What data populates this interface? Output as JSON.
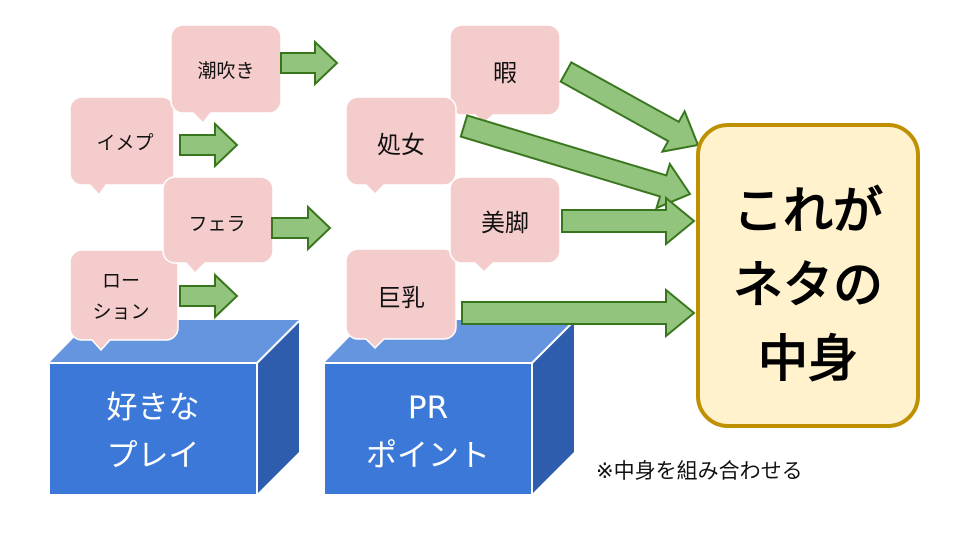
{
  "colors": {
    "bubble_fill": "#f4cccc",
    "arrow_fill": "#93c47d",
    "arrow_stroke": "#38761d",
    "box_front": "#3c78d8",
    "box_top": "#6495de",
    "box_side": "#2f5dad",
    "result_fill": "#fff2cc",
    "result_stroke": "#bf9000"
  },
  "boxes": [
    {
      "id": "favorite-play",
      "lines": [
        "好きな",
        "プレイ"
      ]
    },
    {
      "id": "pr-point",
      "lines": [
        "PR",
        "ポイント"
      ]
    }
  ],
  "play_bubbles": [
    {
      "label": [
        "潮吹き"
      ]
    },
    {
      "label": [
        "イメプ"
      ]
    },
    {
      "label": [
        "フェラ"
      ]
    },
    {
      "label": [
        "ロー",
        "ション"
      ]
    }
  ],
  "pr_bubbles": [
    {
      "label": [
        "暇"
      ]
    },
    {
      "label": [
        "処女"
      ]
    },
    {
      "label": [
        "美脚"
      ]
    },
    {
      "label": [
        "巨乳"
      ]
    }
  ],
  "result": {
    "lines": [
      "これが",
      "ネタの",
      "中身"
    ]
  },
  "note": "※中身を組み合わせる"
}
